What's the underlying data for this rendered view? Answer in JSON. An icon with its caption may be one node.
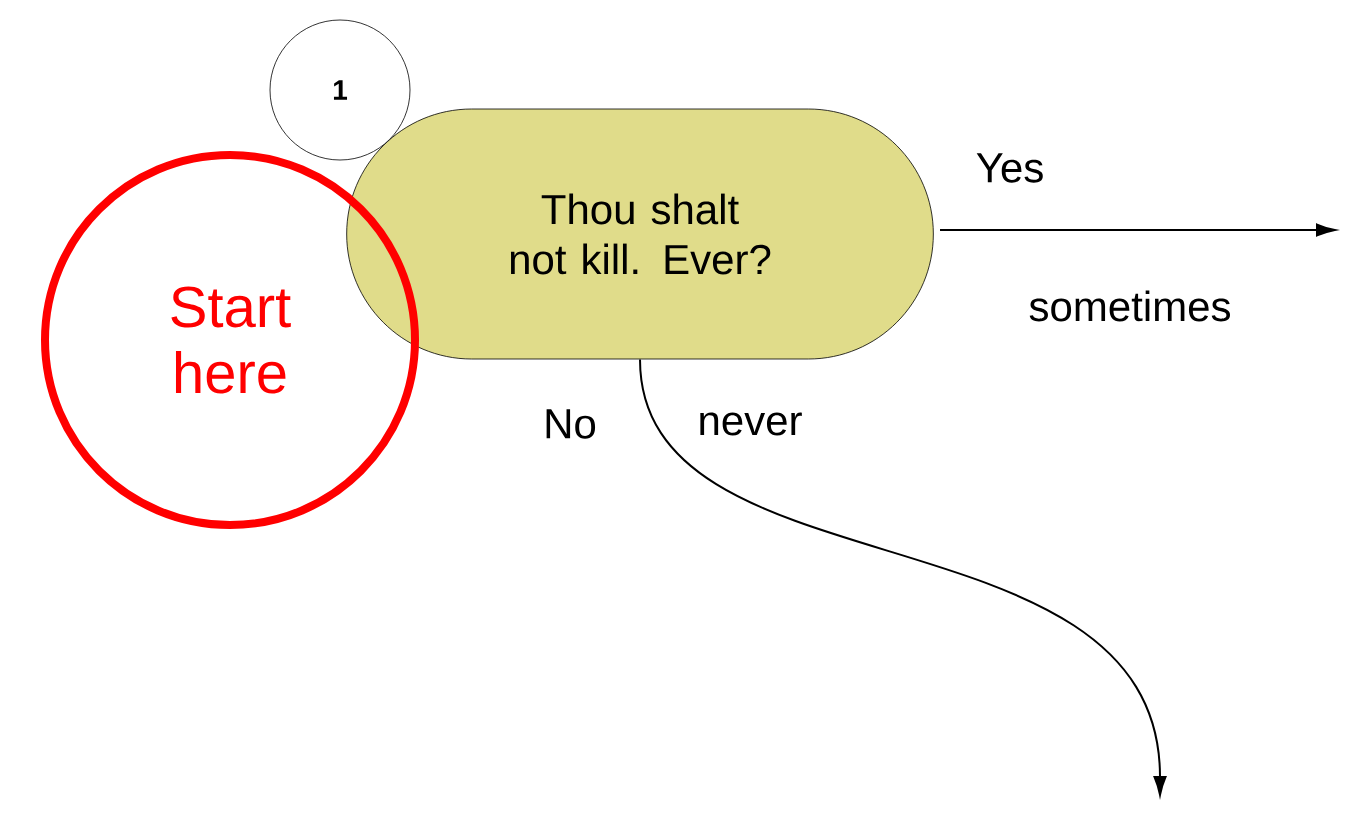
{
  "diagram": {
    "nodes": [
      {
        "text": [
          "1"
        ]
      },
      {
        "text": [
          "Thou shalt not kill. Ever?"
        ]
      },
      {
        "text": [
          "Start here"
        ]
      }
    ],
    "edges": [
      {
        "from": 1,
        "to": null,
        "arrow": "to",
        "label": "Yes"
      },
      {
        "from": 1,
        "to": null,
        "arrow": "to",
        "label": "No"
      }
    ],
    "labels": [
      "sometimes",
      "never"
    ]
  }
}
